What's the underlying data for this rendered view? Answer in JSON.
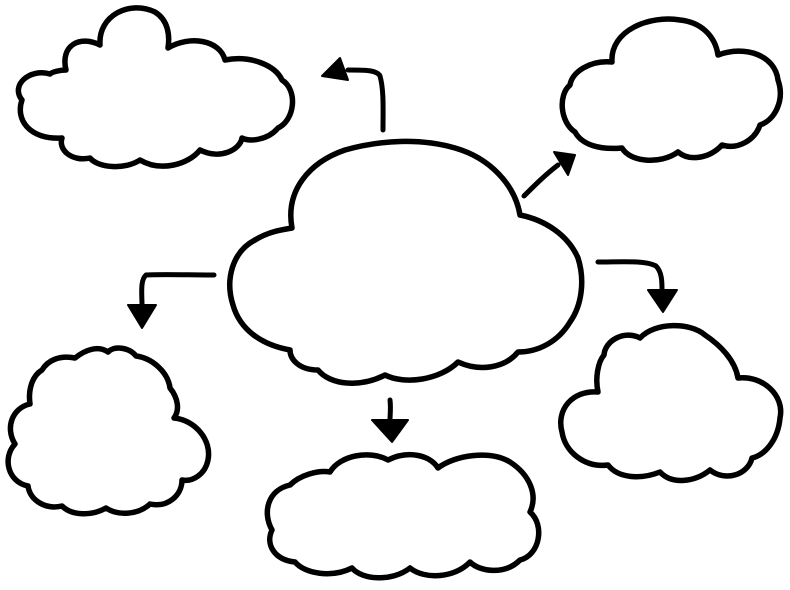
{
  "diagram": {
    "type": "cloud mind map",
    "stroke_color": "#000000",
    "background": "#ffffff",
    "central_node": {
      "shape": "cloud",
      "label": ""
    },
    "nodes": [
      {
        "id": "top-left",
        "shape": "cloud",
        "label": ""
      },
      {
        "id": "top-right",
        "shape": "cloud",
        "label": ""
      },
      {
        "id": "middle-left",
        "shape": "cloud",
        "label": ""
      },
      {
        "id": "middle-right",
        "shape": "cloud",
        "label": ""
      },
      {
        "id": "bottom",
        "shape": "cloud",
        "label": ""
      }
    ],
    "edges": [
      {
        "from": "center",
        "to": "top-left"
      },
      {
        "from": "center",
        "to": "top-right"
      },
      {
        "from": "center",
        "to": "middle-left"
      },
      {
        "from": "center",
        "to": "middle-right"
      },
      {
        "from": "center",
        "to": "bottom"
      }
    ]
  }
}
